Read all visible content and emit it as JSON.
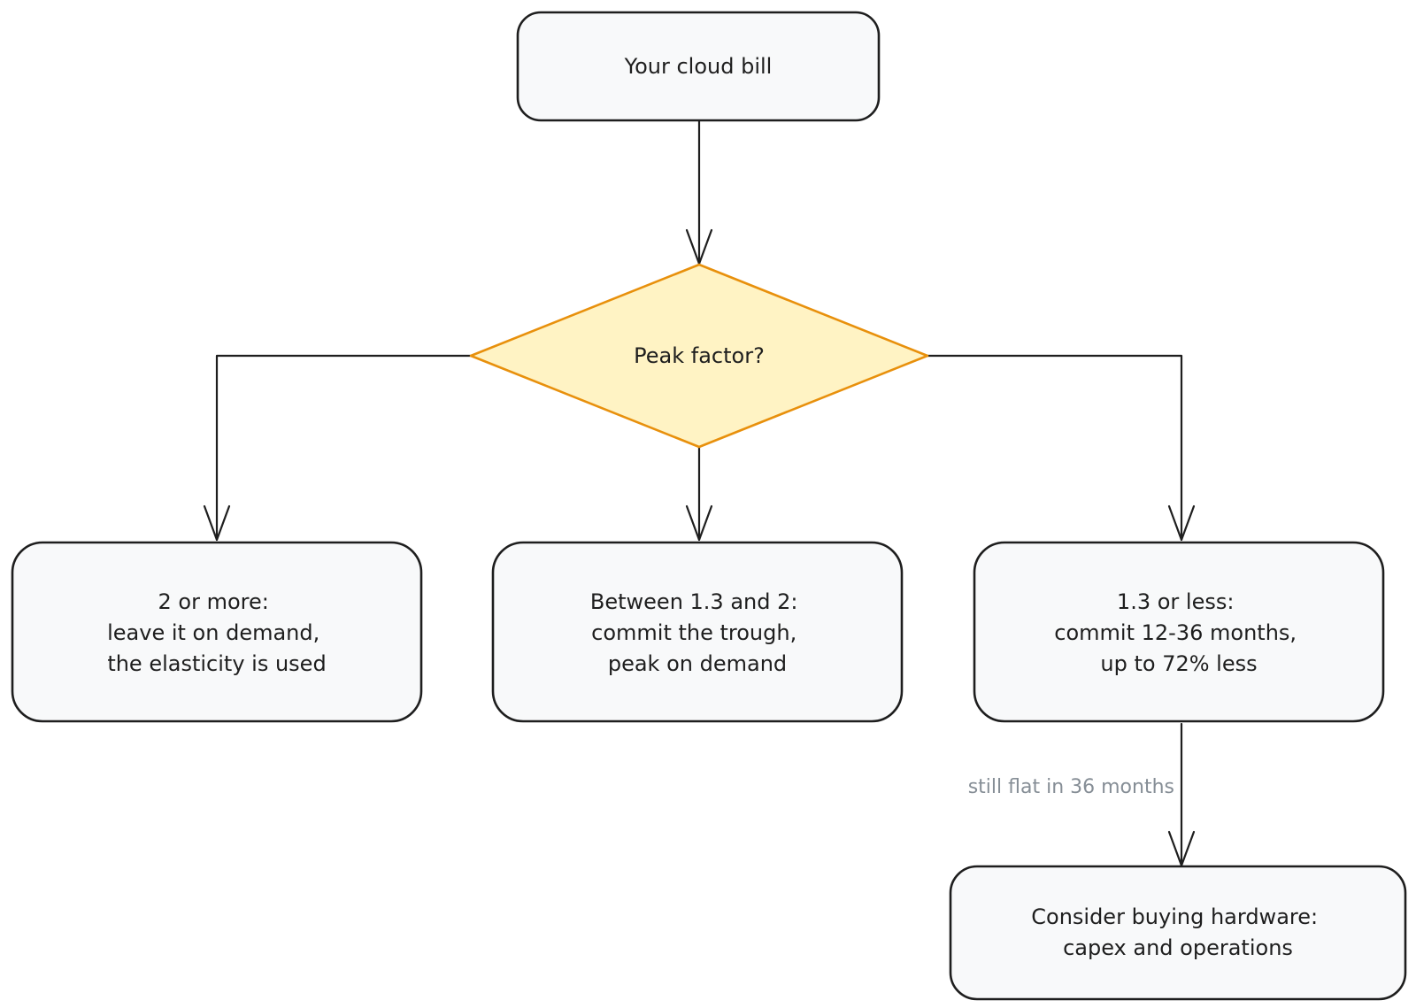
{
  "nodes": {
    "start": {
      "lines": [
        "Your cloud bill"
      ]
    },
    "decision": {
      "lines": [
        "Peak factor?"
      ]
    },
    "left": {
      "lines": [
        "2 or more:",
        "leave it on demand,",
        "the elasticity is used"
      ]
    },
    "middle": {
      "lines": [
        "Between 1.3 and 2:",
        "commit the trough,",
        "peak on demand"
      ]
    },
    "right": {
      "lines": [
        "1.3 or less:",
        "commit 12-36 months,",
        "up to 72% less"
      ]
    },
    "bottom": {
      "lines": [
        "Consider buying hardware:",
        "capex and operations"
      ]
    }
  },
  "edges": {
    "right_to_bottom_label": "still flat in 36 months"
  },
  "colors": {
    "stroke": "#1e1e1e",
    "box_fill": "#f8f9fa",
    "decision_fill": "#fff3c4",
    "decision_stroke": "#e8900c",
    "edge_label": "#868e96"
  }
}
